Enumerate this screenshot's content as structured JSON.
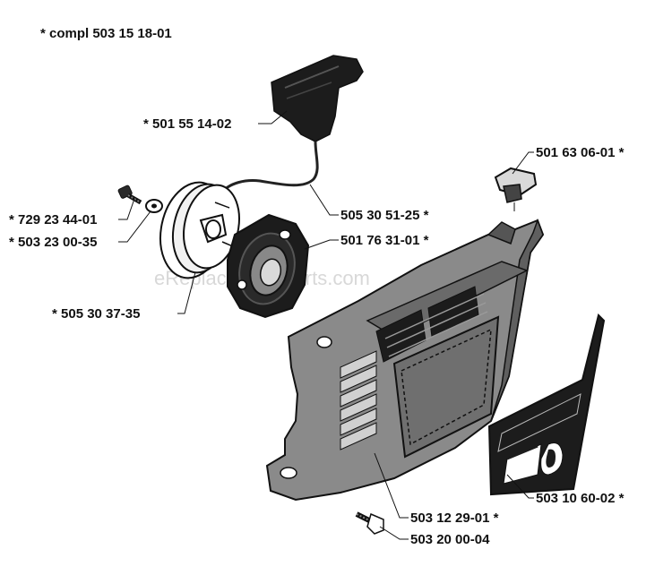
{
  "assembly_label": "*  compl 503 15 18-01",
  "watermark": "eReplacementParts.com",
  "parts": [
    {
      "id": "handle",
      "label": "*  501 55 14-02"
    },
    {
      "id": "starter-rope",
      "label": "505 30 51-25  *"
    },
    {
      "id": "screw",
      "label": "*  729 23 44-01"
    },
    {
      "id": "washer",
      "label": "*  503 23 00-35"
    },
    {
      "id": "starter-pulley",
      "label": "*  505 30 37-35"
    },
    {
      "id": "recoil-spring-housing",
      "label": "501 76 31-01  *"
    },
    {
      "id": "plug",
      "label": "501 63 06-01  *"
    },
    {
      "id": "decal",
      "label": "503 10 60-02  *"
    },
    {
      "id": "starter-cover",
      "label": "503 12 29-01  *"
    },
    {
      "id": "cover-screw",
      "label": "503 20 00-04"
    }
  ],
  "colors": {
    "ink": "#111111",
    "cover_fill": "#8a8a8a",
    "dark_fill": "#1c1c1c",
    "light_fill": "#d9d9d9"
  }
}
